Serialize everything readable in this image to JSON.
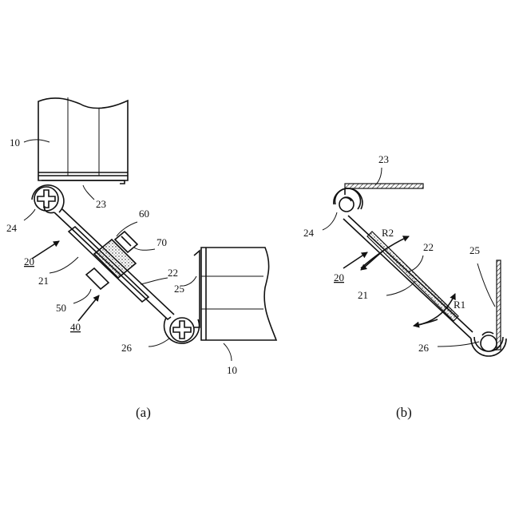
{
  "figure_a": {
    "caption": "(a)",
    "labels": {
      "panel_top": "10",
      "panel_bottom": "10",
      "hook_23": "23",
      "roller_24": "24",
      "roller_26": "26",
      "assembly_20": "20",
      "arm_21": "21",
      "arm_22": "22",
      "wall_25": "25",
      "part_60": "60",
      "part_70": "70",
      "part_50": "50",
      "assembly_40": "40"
    }
  },
  "figure_b": {
    "caption": "(b)",
    "labels": {
      "hook_23": "23",
      "roller_24": "24",
      "assembly_20": "20",
      "arc_R2": "R2",
      "arm_22": "22",
      "arm_21": "21",
      "wall_25": "25",
      "arc_R1": "R1",
      "roller_26": "26"
    }
  }
}
